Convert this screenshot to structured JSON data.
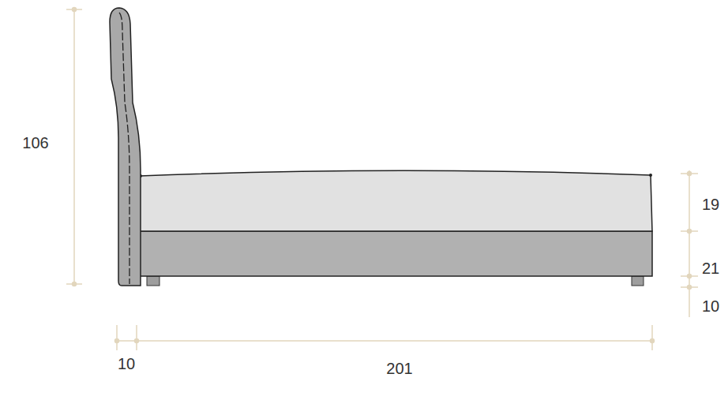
{
  "diagram": {
    "labels": [
      "106",
      "19",
      "21",
      "10",
      "10",
      "201"
    ]
  }
}
